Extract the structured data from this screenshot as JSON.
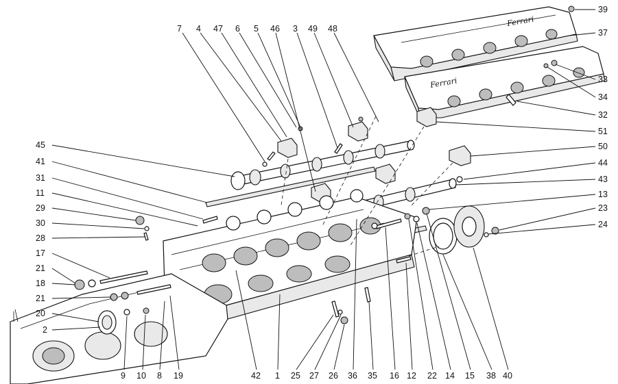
{
  "brand_marks": {
    "cover_upper": "Ferrari",
    "cover_lower": "Ferrari"
  },
  "labels": {
    "top": [
      "7",
      "4",
      "47",
      "6",
      "5",
      "46",
      "3",
      "49",
      "48"
    ],
    "left": [
      "45",
      "41",
      "31",
      "11",
      "29",
      "30",
      "28",
      "17",
      "21",
      "18",
      "21",
      "20",
      "2"
    ],
    "right": [
      "39",
      "37",
      "33",
      "34",
      "32",
      "51",
      "50",
      "44",
      "43",
      "13",
      "23",
      "24"
    ],
    "bottom": [
      "9",
      "10",
      "8",
      "19",
      "42",
      "1",
      "25",
      "27",
      "26",
      "36",
      "35",
      "16",
      "12",
      "22",
      "14",
      "15",
      "38",
      "40"
    ]
  }
}
